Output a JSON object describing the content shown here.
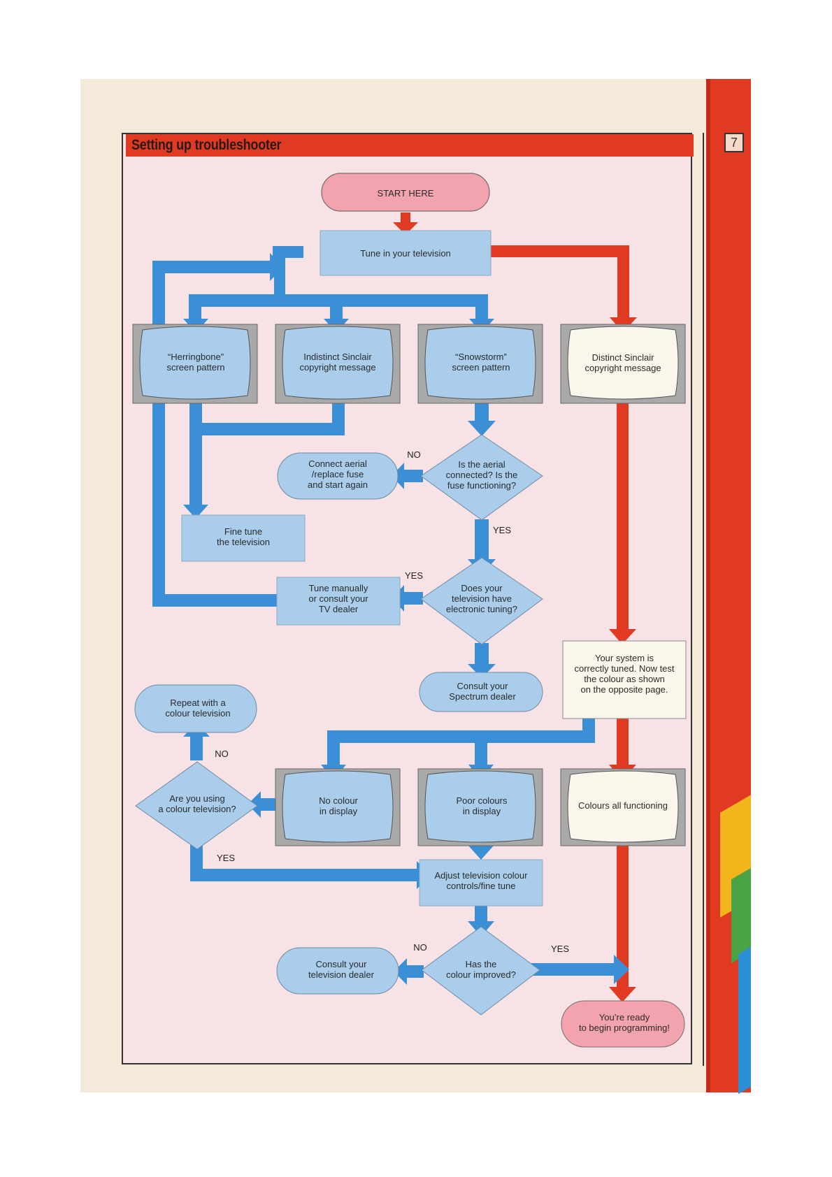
{
  "page_number": "7",
  "title": "Setting up troubleshooter",
  "colors": {
    "blue_box": "#a9cdea",
    "blue_arrow": "#3b8fd6",
    "red_arrow": "#e03a23",
    "start_pink": "#f2a3ae",
    "tv_frame": "#a9a9a9"
  },
  "nodes": {
    "start": [
      "START HERE"
    ],
    "tune": [
      "Tune in your television"
    ],
    "herringbone": [
      "“Herringbone”",
      "screen pattern"
    ],
    "indistinct": [
      "Indistinct Sinclair",
      "copyright message"
    ],
    "snowstorm": [
      "“Snowstorm”",
      "screen pattern"
    ],
    "distinct": [
      "Distinct Sinclair",
      "copyright message"
    ],
    "connect_aerial": [
      "Connect aerial",
      "/replace fuse",
      "and start again"
    ],
    "aerial_q": [
      "Is the aerial",
      "connected? Is the",
      "fuse functioning?"
    ],
    "fine_tune": [
      "Fine tune",
      "the television"
    ],
    "tune_manually": [
      "Tune manually",
      "or consult your",
      "TV dealer"
    ],
    "electronic_q": [
      "Does your",
      "television have",
      "electronic tuning?"
    ],
    "consult_spectrum": [
      "Consult your",
      "Spectrum dealer"
    ],
    "correctly_tuned": [
      "Your system is",
      "correctly tuned. Now test",
      "the colour as shown",
      "on the opposite page."
    ],
    "repeat_colour": [
      "Repeat with a",
      "colour television"
    ],
    "colour_tv_q": [
      "Are you using",
      "a colour television?"
    ],
    "no_colour": [
      "No colour",
      "in display"
    ],
    "poor_colours": [
      "Poor colours",
      "in display"
    ],
    "colours_all": [
      "Colours all functioning"
    ],
    "adjust": [
      "Adjust television colour",
      "controls/fine tune"
    ],
    "improved_q": [
      "Has the",
      "colour improved?"
    ],
    "consult_tv": [
      "Consult your",
      "television dealer"
    ],
    "ready": [
      "You’re ready",
      "to begin programming!"
    ]
  },
  "labels": {
    "no_aerial": "NO",
    "yes_aerial": "YES",
    "yes_electronic": "YES",
    "no_colour_tv": "NO",
    "yes_colour_tv": "YES",
    "no_improved": "NO",
    "yes_improved": "YES"
  }
}
